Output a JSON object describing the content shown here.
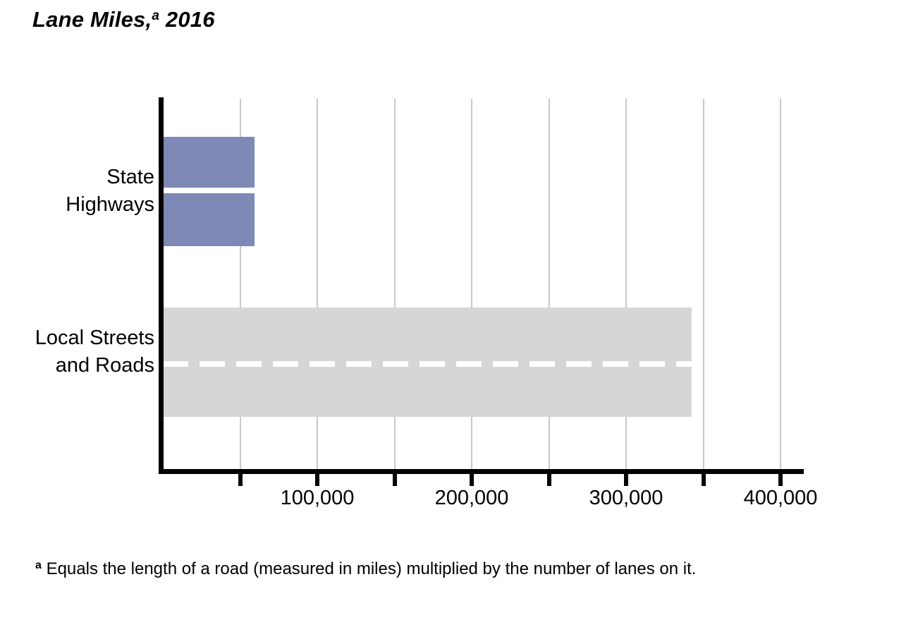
{
  "chart_data": {
    "type": "bar",
    "orientation": "horizontal",
    "title": "Lane Miles,a 2016",
    "title_main": "Lane Miles,",
    "title_superscript": "a",
    "title_year": " 2016",
    "categories": [
      "State Highways",
      "Local Streets and Roads"
    ],
    "category_lines": [
      [
        "State",
        "Highways"
      ],
      [
        "Local Streets",
        "and Roads"
      ]
    ],
    "values": [
      59400,
      342500
    ],
    "value_labels": [
      "",
      ""
    ],
    "xlabel": "",
    "ylabel": "",
    "xlim": [
      0,
      413000
    ],
    "xticks": [
      0,
      50000,
      100000,
      150000,
      200000,
      250000,
      300000,
      350000,
      400000
    ],
    "xtick_labels": [
      "",
      "",
      "100,000",
      "",
      "200,000",
      "",
      "300,000",
      "",
      "400,000"
    ],
    "major_tick_values": [
      100000,
      200000,
      300000,
      400000
    ],
    "gridlines": [
      50000,
      100000,
      150000,
      200000,
      250000,
      300000,
      350000,
      400000
    ],
    "grid": true,
    "grid_axis": "x",
    "legend": "none",
    "bar_colors": [
      "#7f89b5",
      "#d5d6d8"
    ],
    "bar_stripe_styles": [
      "solid",
      "dashed"
    ],
    "stripe_color": "#ffffff",
    "grid_color": "#c9c9c9",
    "axis_color": "#000000",
    "background": "#ffffff"
  },
  "footnote": {
    "marker": "a",
    "text": " Equals the length of a road (measured in miles) multiplied by the number of lanes on it."
  }
}
